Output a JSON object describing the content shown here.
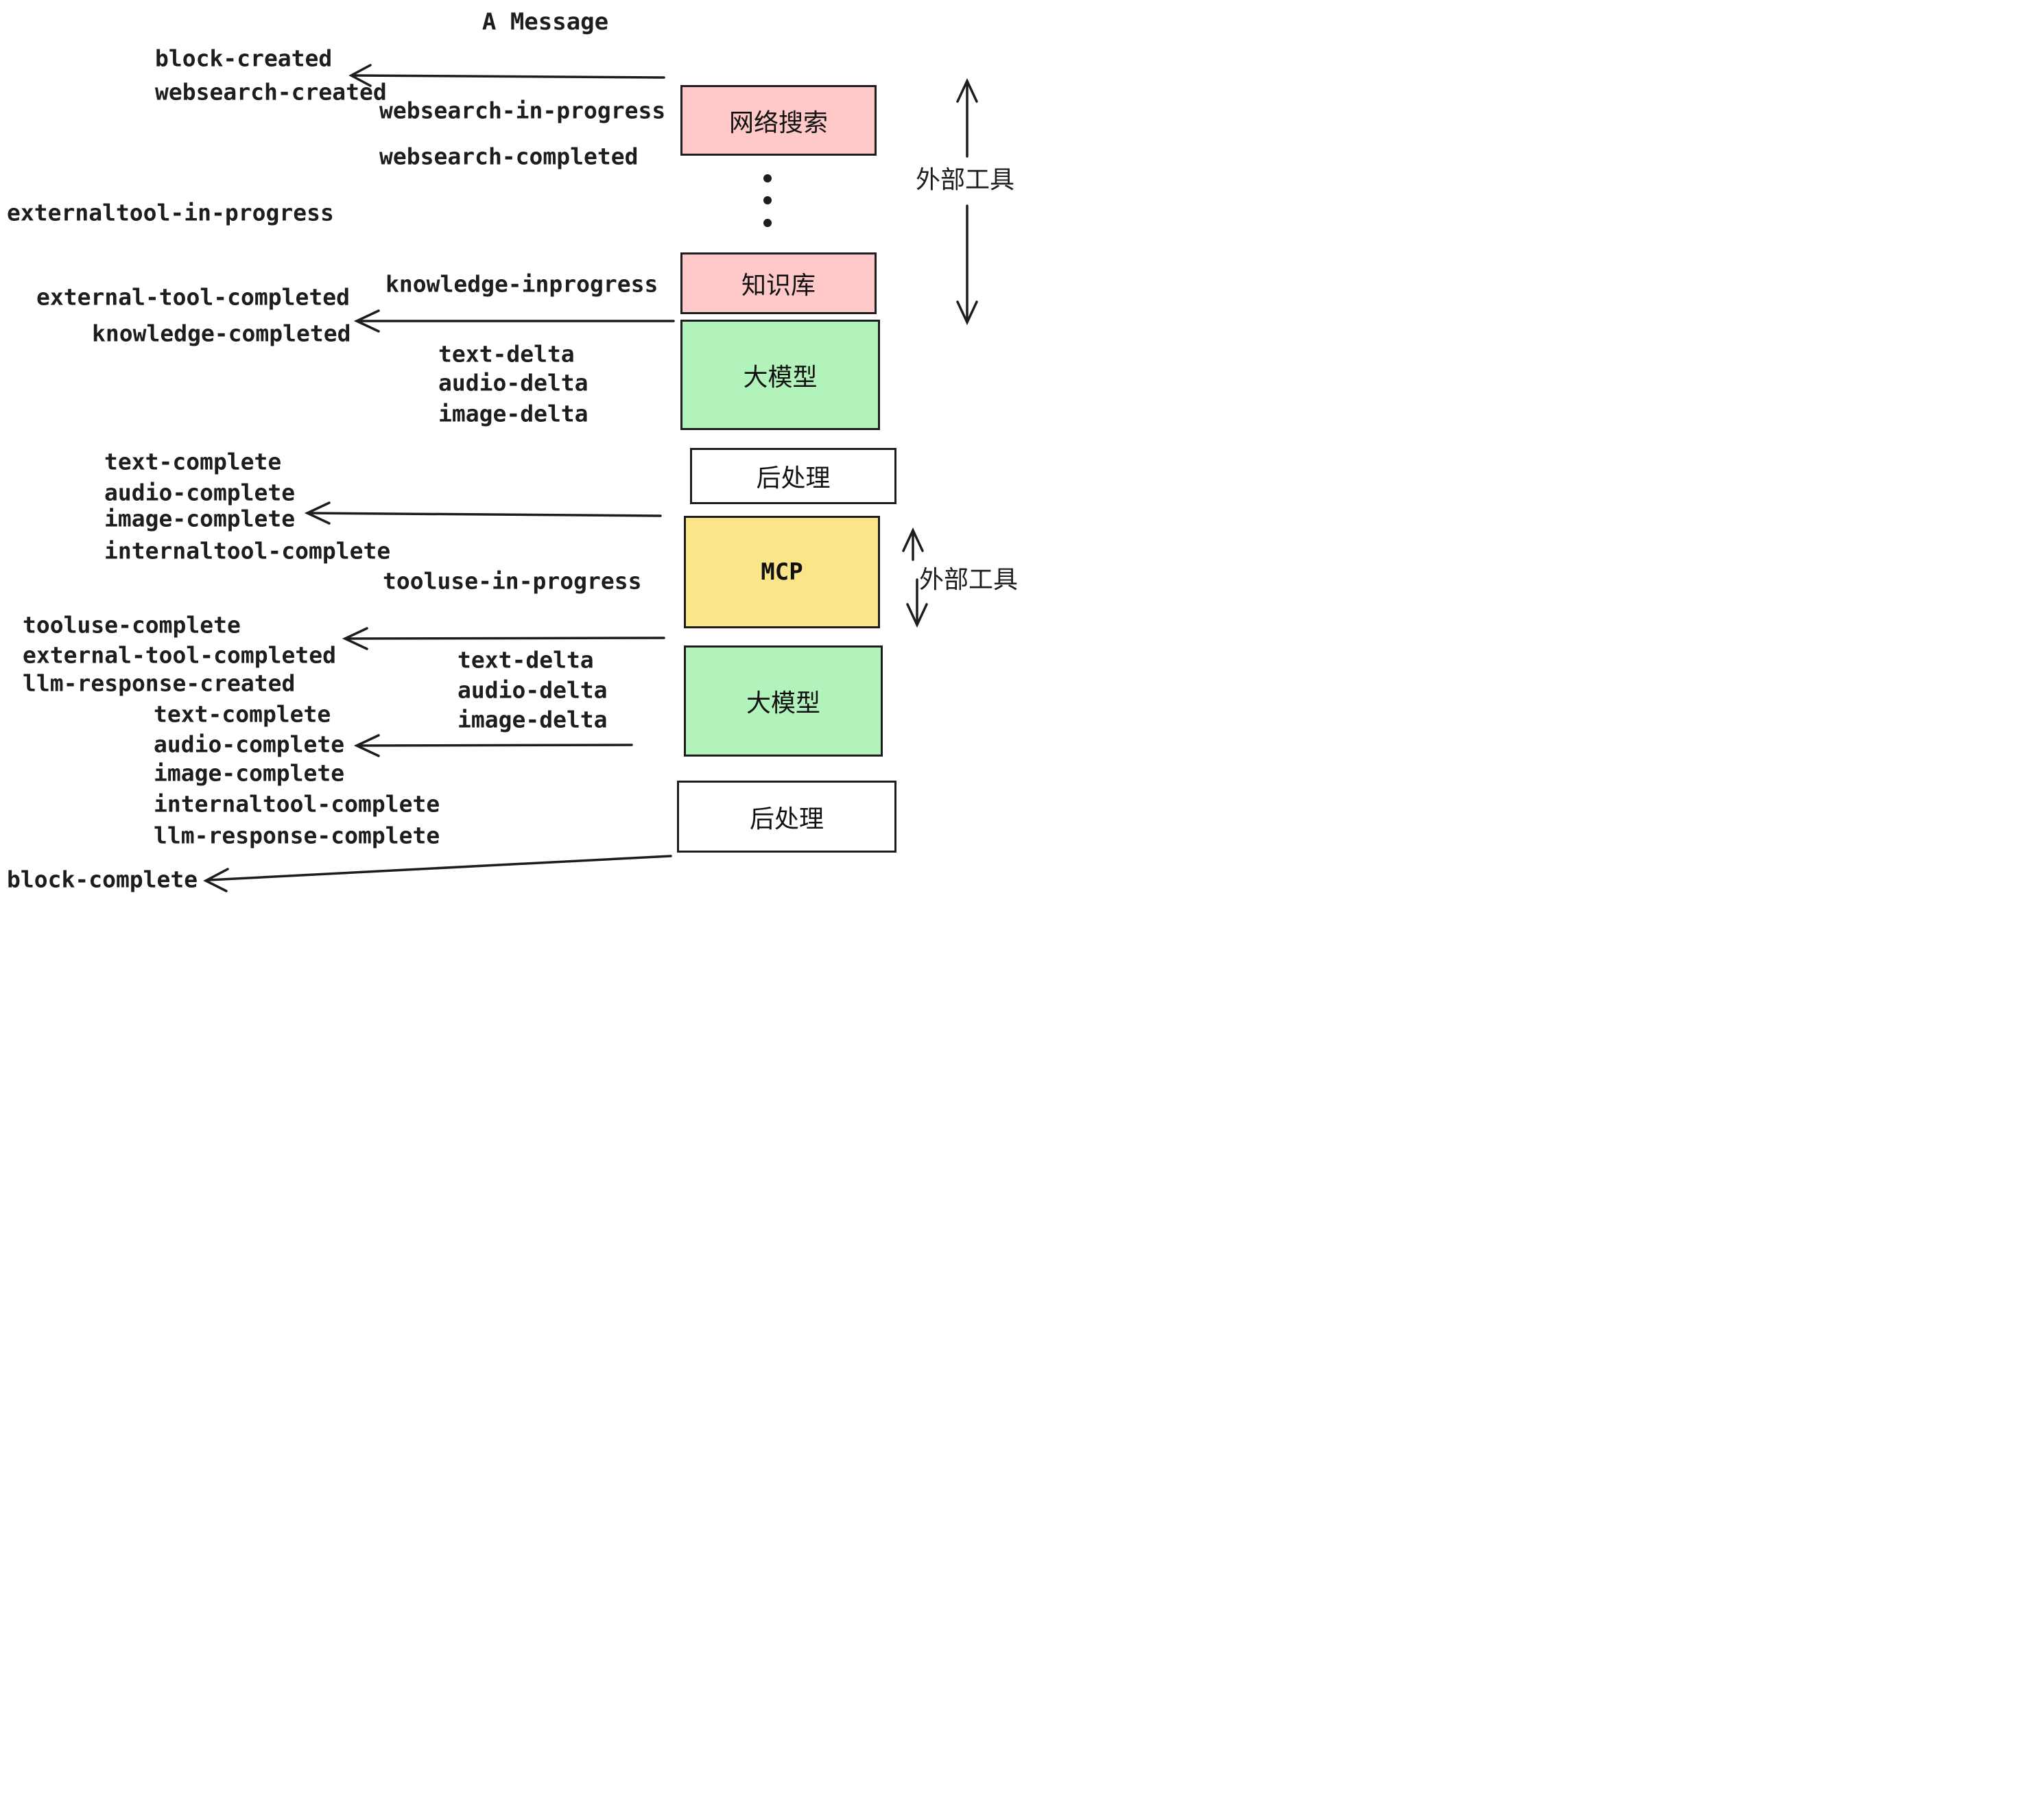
{
  "title": "A Message",
  "boxes": {
    "websearch": "网络搜索",
    "knowledge": "知识库",
    "llm_top": "大模型",
    "post_top": "后处理",
    "mcp": "MCP",
    "llm_bottom": "大模型",
    "post_bottom": "后处理"
  },
  "side_labels": {
    "external_tools_top": "外部工具",
    "external_tools_mid": "外部工具"
  },
  "events": {
    "block_created": "block-created",
    "websearch_created": "websearch-created",
    "websearch_in_progress": "websearch-in-progress",
    "websearch_completed": "websearch-completed",
    "externaltool_in_progress": "externaltool-in-progress",
    "knowledge_inprogress": "knowledge-inprogress",
    "external_tool_completed_1": "external-tool-completed",
    "knowledge_completed": "knowledge-completed",
    "text_delta_1": "text-delta",
    "audio_delta_1": "audio-delta",
    "image_delta_1": "image-delta",
    "text_complete_1": "text-complete",
    "audio_complete_1": "audio-complete",
    "image_complete_1": "image-complete",
    "internaltool_complete_1": "internaltool-complete",
    "tooluse_in_progress": "tooluse-in-progress",
    "tooluse_complete": "tooluse-complete",
    "external_tool_completed_2": "external-tool-completed",
    "llm_response_created": "llm-response-created",
    "text_delta_2": "text-delta",
    "audio_delta_2": "audio-delta",
    "image_delta_2": "image-delta",
    "text_complete_2": "text-complete",
    "audio_complete_2": "audio-complete",
    "image_complete_2": "image-complete",
    "internaltool_complete_2": "internaltool-complete",
    "llm_response_complete": "llm-response-complete",
    "block_complete": "block-complete"
  },
  "colors": {
    "pink": "#ffc9c9",
    "green": "#b2f2bb",
    "yellow": "#fae588",
    "white": "#ffffff",
    "ink": "#1d1d1d"
  }
}
